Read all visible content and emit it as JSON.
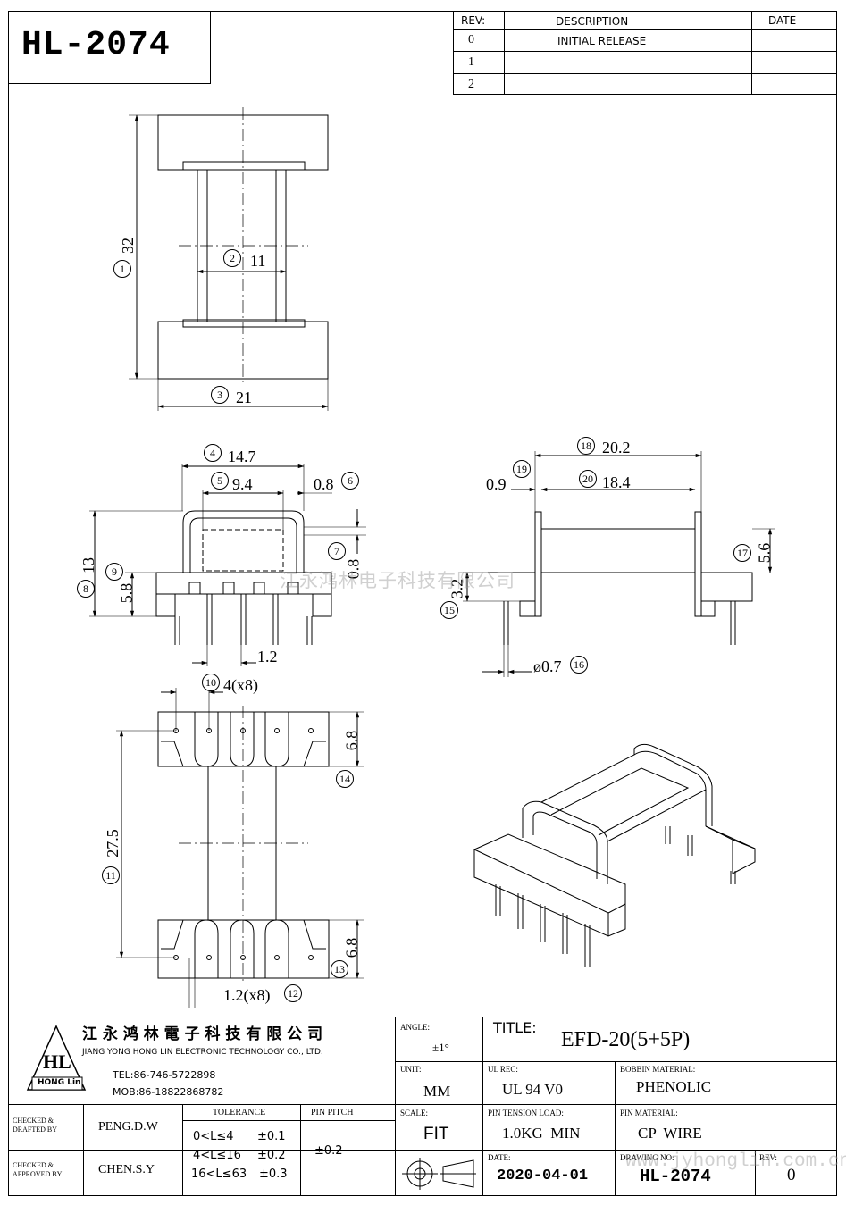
{
  "part_number": "HL-2074",
  "revision_table": {
    "headers": [
      "REV:",
      "DESCRIPTION",
      "DATE"
    ],
    "rows": [
      {
        "rev": "0",
        "description": "INITIAL RELEASE",
        "date": ""
      },
      {
        "rev": "1",
        "description": "",
        "date": ""
      },
      {
        "rev": "2",
        "description": "",
        "date": ""
      }
    ]
  },
  "dimensions": {
    "d1": {
      "ref": "1",
      "value": "32"
    },
    "d2": {
      "ref": "2",
      "value": "11"
    },
    "d3": {
      "ref": "3",
      "value": "21"
    },
    "d4": {
      "ref": "4",
      "value": "14.7"
    },
    "d5": {
      "ref": "5",
      "value": "9.4"
    },
    "d6": {
      "ref": "6",
      "value": "0.8"
    },
    "d7": {
      "ref": "7",
      "value": "0.8"
    },
    "d8": {
      "ref": "8",
      "value": "13"
    },
    "d9": {
      "ref": "9",
      "value": "5.8"
    },
    "d10": {
      "ref": "10",
      "value": "4(x8)"
    },
    "d11": {
      "ref": "11",
      "value": "27.5"
    },
    "d12": {
      "ref": "12",
      "value": "1.2(x8)"
    },
    "d13": {
      "ref": "13",
      "value": "6.8"
    },
    "d14": {
      "ref": "14",
      "value": "6.8"
    },
    "d15": {
      "ref": "15",
      "value": "3.2"
    },
    "d16": {
      "ref": "16",
      "value": "ø0.7"
    },
    "d17": {
      "ref": "17",
      "value": "5.6"
    },
    "d18": {
      "ref": "18",
      "value": "20.2"
    },
    "d19": {
      "ref": "19",
      "value": "0.9"
    },
    "d20": {
      "ref": "20",
      "value": "18.4"
    },
    "pin_pitch_dim": "1.2"
  },
  "watermark": "江永鸿林电子科技有限公司",
  "watermark_url": "www.jyhonglin.com.cn",
  "company": {
    "name_cn": "江 永 鸿 林 電 子 科 技 有 限 公 司",
    "name_en": "JIANG YONG HONG LIN ELECTRONIC TECHNOLOGY CO., LTD.",
    "tel": "TEL:86-746-5722898",
    "mob": "MOB:86-18822868782",
    "logo_text": "HL",
    "logo_sub": "HONG Lin"
  },
  "title_block": {
    "angle_label": "ANGLE:",
    "angle_value": "±1°",
    "title_label": "TITLE:",
    "title_value": "EFD-20(5+5P)",
    "unit_label": "UNIT:",
    "unit_value": "MM",
    "ul_label": "UL REC:",
    "ul_value": "UL 94 V0",
    "bobbin_label": "BOBBIN MATERIAL:",
    "bobbin_value": "PHENOLIC",
    "scale_label": "SCALE:",
    "scale_value": "FIT",
    "tension_label": "PIN TENSION LOAD:",
    "tension_value": "1.0KG  MIN",
    "pin_mat_label": "PIN MATERIAL:",
    "pin_mat_value": "CP  WIRE",
    "date_label": "DATE:",
    "date_value": "2020-04-01",
    "drawing_label": "DRAWING NO:",
    "drawing_value": "HL-2074",
    "rev_label": "REV:",
    "rev_value": "0",
    "checked_drafted": "CHECKED & DRAFTED BY",
    "drafted_name": "PENG.D.W",
    "checked_approved": "CHECKED & APPROVED BY",
    "approved_name": "CHEN.S.Y",
    "tolerance_label": "TOLERANCE",
    "tolerances": [
      {
        "range": "0<L≤4",
        "tol": "±0.1"
      },
      {
        "range": "4<L≤16",
        "tol": "±0.2"
      },
      {
        "range": "16<L≤63",
        "tol": "±0.3"
      }
    ],
    "pin_pitch_label": "PIN PITCH",
    "pin_pitch_value": "±0.2"
  }
}
